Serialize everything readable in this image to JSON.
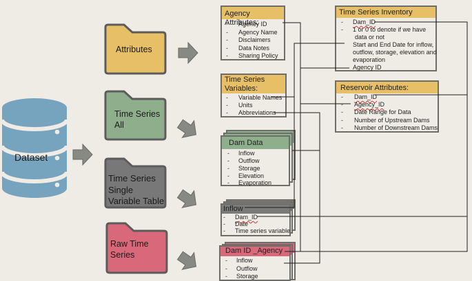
{
  "colors": {
    "background": "#efece5",
    "gold": "#e6bf66",
    "green": "#8fae8c",
    "grey": "#7b7b7b",
    "pink": "#d9697a",
    "dataset_blue": "#76a3be",
    "arrow": "#878984",
    "line": "#1e1e1e"
  },
  "dataset": {
    "label": "Dataset",
    "icon": "database-cylinder-icon"
  },
  "folders": {
    "attributes": {
      "lines": [
        "Attributes"
      ]
    },
    "time_series_all": {
      "lines": [
        "Time Series",
        "All"
      ]
    },
    "time_series_single": {
      "lines": [
        "Time Series",
        "Single",
        "Variable Table"
      ]
    },
    "raw_time_series": {
      "lines": [
        "Raw Time",
        "Series"
      ]
    }
  },
  "tables": {
    "agency_attributes": {
      "title": "Agency Attributes:",
      "items": [
        "Agency ID",
        "Agency Name",
        "Disclaimers",
        "Data Notes",
        "Sharing Policy"
      ]
    },
    "time_series_inventory": {
      "title": "Time Series Inventory",
      "items": [
        "Dam_ID",
        "1 or 0 to denote if we have",
        "data or not",
        "Start and End Date for inflow,",
        "outflow, storage, elevation and",
        "evaporation",
        "Agency ID"
      ]
    },
    "time_series_variables": {
      "title_lines": [
        "Time Series",
        "Variables:"
      ],
      "items": [
        "Variable Names",
        "Units",
        "Abbreviations"
      ]
    },
    "reservoir_attributes": {
      "title": "Reservoir Attributes:",
      "items": [
        "Dam_ID",
        "Agency_ID",
        "Date Range for Data",
        "Number of Upstream Dams",
        "Number of Downstream Dams"
      ]
    },
    "dam_data": {
      "title": "Dam Data",
      "items": [
        "Inflow",
        "Outflow",
        "Storage",
        "Elevation",
        "Evaporation"
      ]
    },
    "inflow": {
      "title": "Inflow",
      "items": [
        "Dam_ID",
        "Date",
        "Time series variable"
      ]
    },
    "dam_id_agency": {
      "title": "Dam ID _Agency",
      "items": [
        "Inflow",
        "Outflow",
        "Storage"
      ]
    }
  },
  "dash": "-"
}
